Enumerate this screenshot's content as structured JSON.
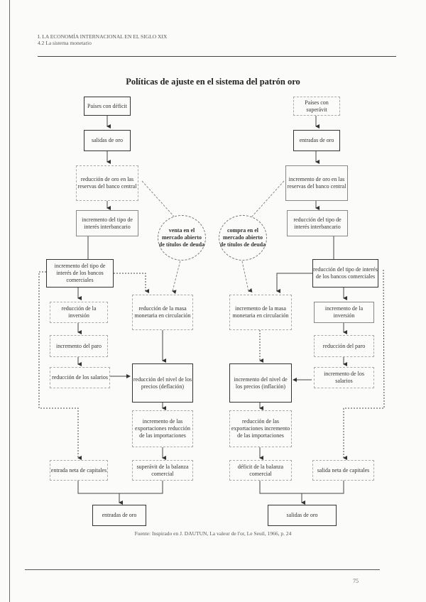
{
  "header": {
    "line1": "I. LA ECONOMÍA INTERNACIONAL EN EL SIGLO XIX",
    "line2": "4.2 La sistema monetario"
  },
  "title": "Políticas de ajuste en el sistema del patrón oro",
  "left": {
    "start": "Países con déficit",
    "outflow": "salidas de oro",
    "reserves": "reducción de oro en las reservas del banco central",
    "interbank": "incremento del tipo de interés interbancario",
    "commercial": "incremento del tipo de interés de los bancos comerciales",
    "investment": "reducción de la inversión",
    "unemployment": "incremento del paro",
    "wages": "reducción de los salarios",
    "money": "reducción de la masa monetaria en circulación",
    "prices": "reducción del nivel de los precios (deflación)",
    "trade": "incremento de las exportaciones reducción de las importaciones",
    "balance": "superávit de la balanza comercial",
    "capital": "entrada neta de capitales",
    "end": "entradas de oro",
    "open_market": "venta en el mercado abierto de títulos de deuda"
  },
  "right": {
    "start": "Países con superávit",
    "inflow": "entradas de oro",
    "reserves": "incremento de oro en las reservas del banco central",
    "interbank": "reducción del tipo de interés interbancario",
    "commercial": "reducción del tipo de interés de los bancos comerciales",
    "investment": "incremento de la inversión",
    "unemployment": "reducción del paro",
    "wages": "incremento de los salarios",
    "money": "incremento de la masa monetaria en circulación",
    "prices": "incremento del nivel de los precios (inflación)",
    "trade": "reducción de las exportaciones incremento de las importaciones",
    "balance": "déficit de la balanza comercial",
    "capital": "salida neta de capitales",
    "end": "salidas de oro",
    "open_market": "compra en el mercado abierto de títulos de deuda"
  },
  "source": "Fuente: Inspirado en J. DAUTUN, La valeur de l'or, Le Seuil, 1966, p. 24",
  "page_number": "75"
}
